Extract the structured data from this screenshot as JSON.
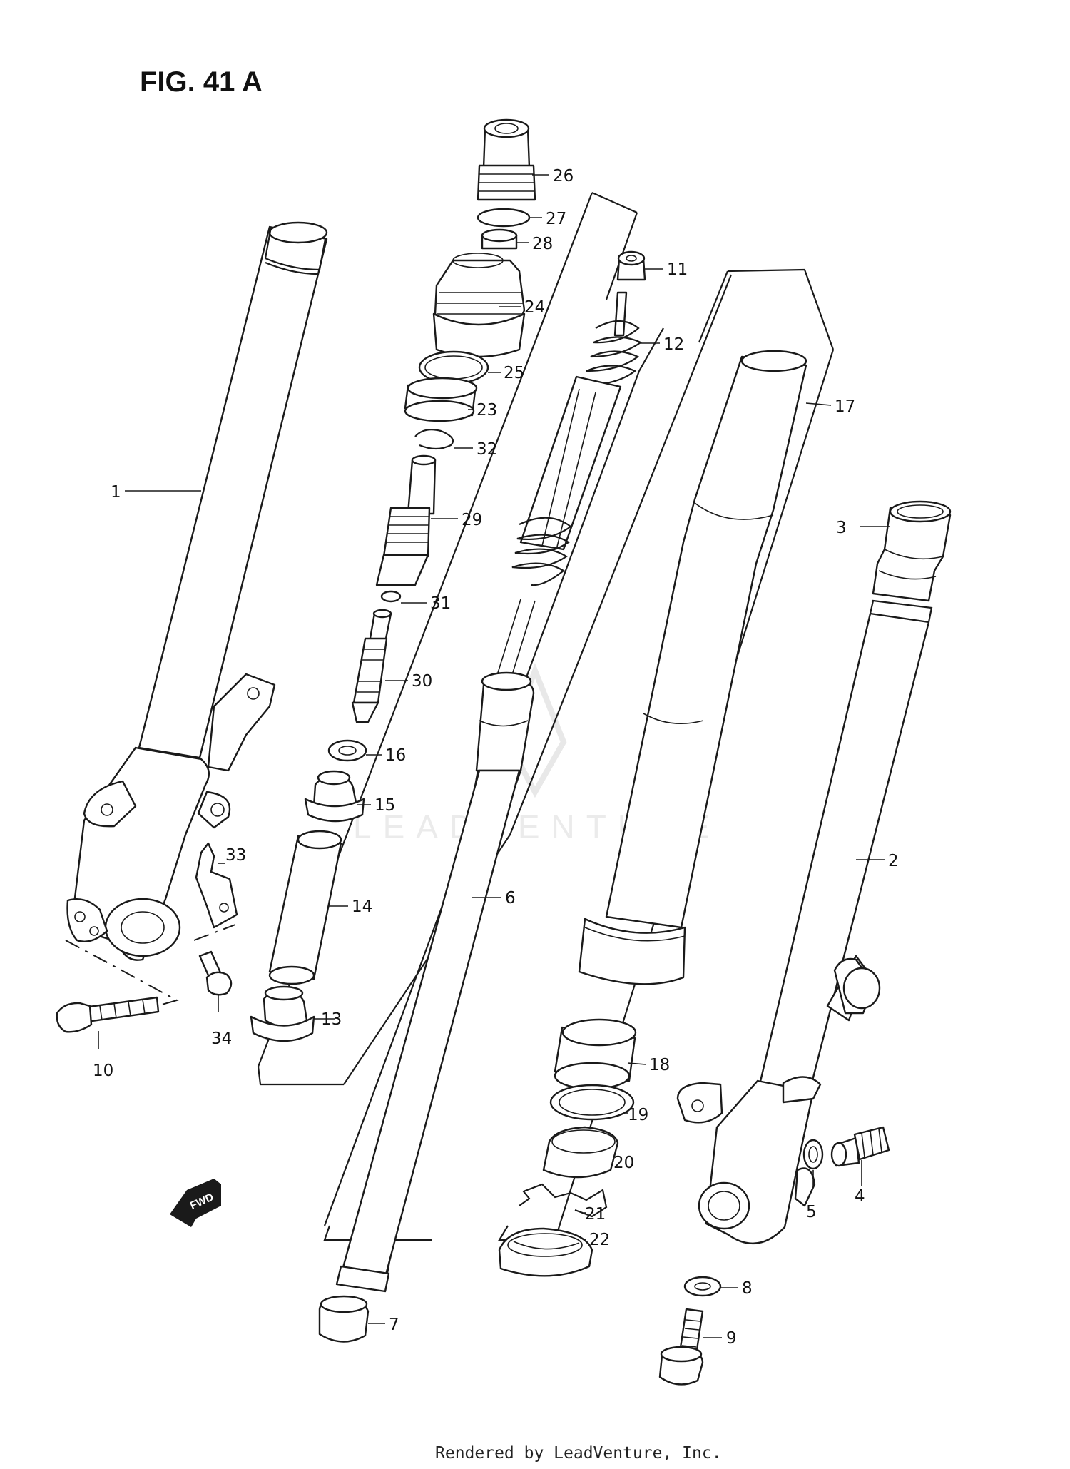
{
  "figure": {
    "title": "FIG. 41 A",
    "watermark": "LEADVENTURE",
    "footer": "Rendered by LeadVenture, Inc.",
    "fwd_label": "FWD"
  },
  "callouts": [
    "1",
    "2",
    "3",
    "4",
    "5",
    "6",
    "7",
    "8",
    "9",
    "10",
    "11",
    "12",
    "13",
    "14",
    "15",
    "16",
    "17",
    "18",
    "19",
    "20",
    "21",
    "22",
    "23",
    "24",
    "25",
    "26",
    "27",
    "28",
    "29",
    "30",
    "31",
    "32",
    "33",
    "34"
  ]
}
